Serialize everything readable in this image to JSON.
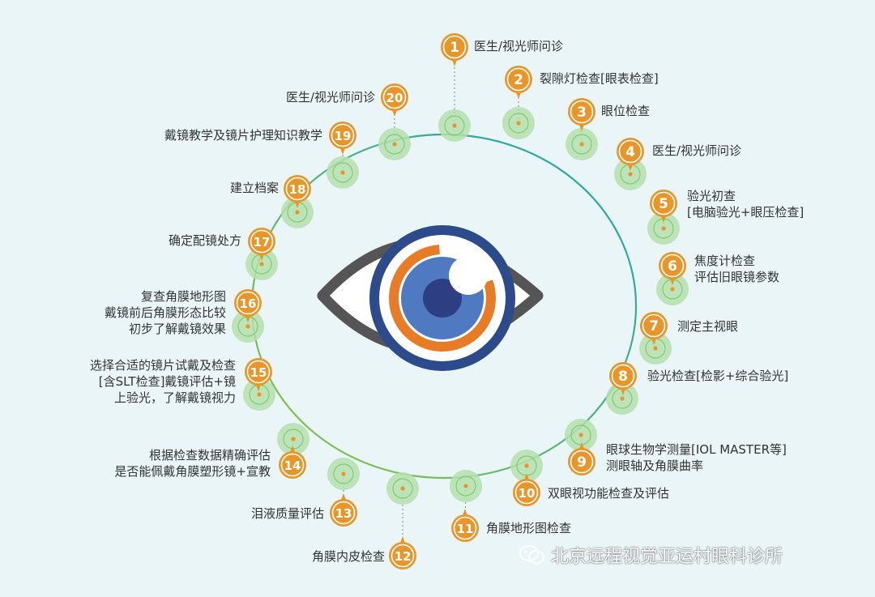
{
  "colors": {
    "background": "#e9f5f6",
    "marker_orange": "#e8962a",
    "marker_text": "#ffffff",
    "dot_green": "#b5dfae",
    "ring_inner_green": "#7cc76a",
    "ring_gradient_start": "#8dc63f",
    "ring_gradient_end": "#1aa3b8",
    "eye_outline": "#555555",
    "iris_navy": "#2d4a8a",
    "iris_orange": "#e87b25",
    "iris_blue": "#4f79c0",
    "pupil": "#2d3f82"
  },
  "steps": [
    {
      "num": "1",
      "lines": [
        "医生/视光师问诊"
      ]
    },
    {
      "num": "2",
      "lines": [
        "裂隙灯检查[眼表检查]"
      ]
    },
    {
      "num": "3",
      "lines": [
        "眼位检查"
      ]
    },
    {
      "num": "4",
      "lines": [
        "医生/视光师问诊"
      ]
    },
    {
      "num": "5",
      "lines": [
        "验光初查",
        "[电脑验光+眼压检查]"
      ]
    },
    {
      "num": "6",
      "lines": [
        "焦度计检查",
        "评估旧眼镜参数"
      ]
    },
    {
      "num": "7",
      "lines": [
        "测定主视眼"
      ]
    },
    {
      "num": "8",
      "lines": [
        "验光检查[检影+综合验光]"
      ]
    },
    {
      "num": "9",
      "lines": [
        "眼球生物学测量[IOL  MASTER等]",
        "测眼轴及角膜曲率"
      ]
    },
    {
      "num": "10",
      "lines": [
        "双眼视功能检查及评估"
      ]
    },
    {
      "num": "11",
      "lines": [
        "角膜地形图检查"
      ]
    },
    {
      "num": "12",
      "lines": [
        "角膜内皮检查"
      ]
    },
    {
      "num": "13",
      "lines": [
        "泪液质量评估"
      ]
    },
    {
      "num": "14",
      "lines": [
        "根据检查数据精确评估",
        "是否能佩戴角膜塑形镜+宣教"
      ]
    },
    {
      "num": "15",
      "lines": [
        "选择合适的镜片试戴及检查",
        "[含SLT检查]戴镜评估+镜",
        "上验光，了解戴镜视力"
      ]
    },
    {
      "num": "16",
      "lines": [
        "复查角膜地形图",
        "戴镜前后角膜形态比较",
        "初步了解戴镜效果"
      ]
    },
    {
      "num": "17",
      "lines": [
        "确定配镜处方"
      ]
    },
    {
      "num": "18",
      "lines": [
        "建立档案"
      ]
    },
    {
      "num": "19",
      "lines": [
        "戴镜教学及镜片护理知识教学"
      ]
    },
    {
      "num": "20",
      "lines": [
        "医生/视光师问诊"
      ]
    }
  ],
  "watermark": {
    "text": "北京远程视觉亚运村眼科诊所",
    "icon": "wechat-icon"
  }
}
